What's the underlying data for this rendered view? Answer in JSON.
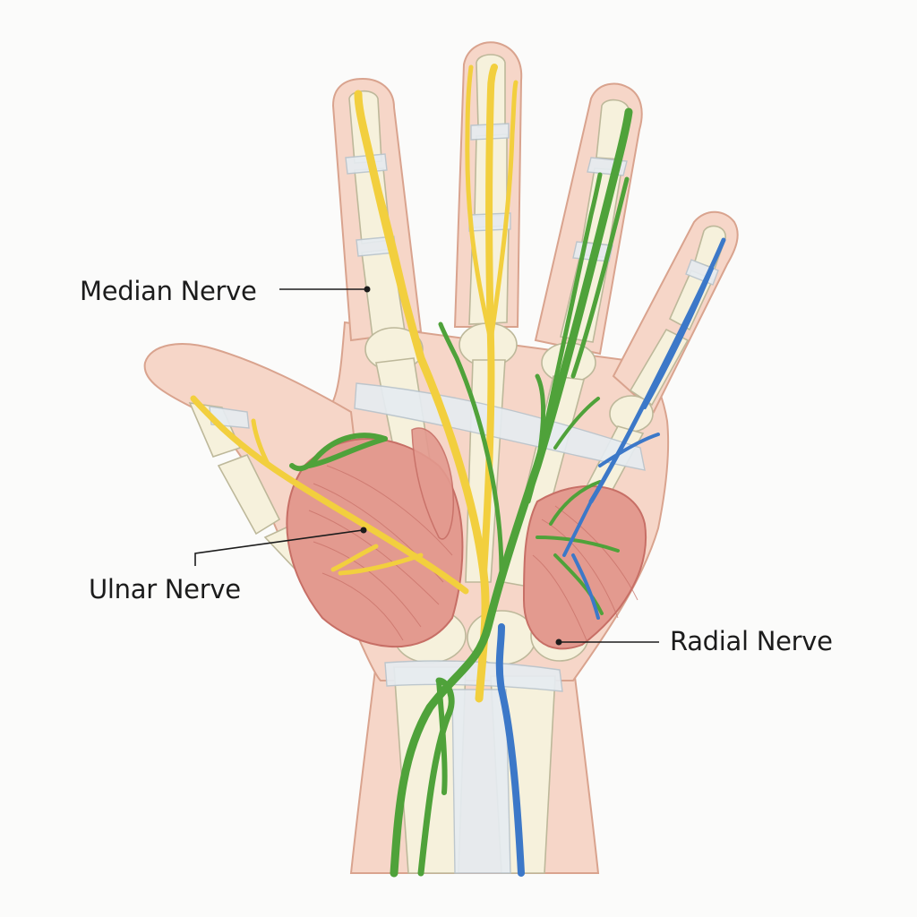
{
  "labels": {
    "median": "Median Nerve",
    "ulnar": "Ulnar Nerve",
    "radial": "Radial Nerve"
  },
  "colors": {
    "background": "#fbfbfa",
    "skin": "#f6d6c8",
    "skin_outline": "#d9a38e",
    "bone": "#f6f1dc",
    "bone_outline": "#bdb89a",
    "muscle": "#e39a8f",
    "muscle_dark": "#c76f66",
    "ligament": "#e6ecf1",
    "median_nerve": "#f2cf3e",
    "ulnar_nerve": "#4fa23a",
    "radial_nerve": "#3c78c8",
    "leader_line": "#1c1c1c"
  }
}
